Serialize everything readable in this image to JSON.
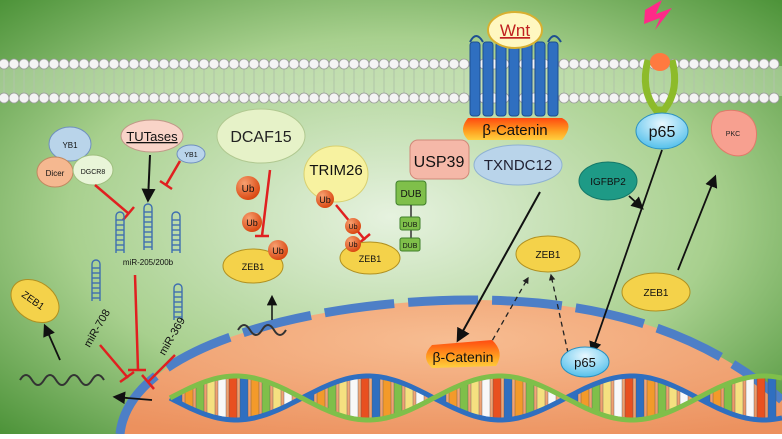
{
  "labels": {
    "wnt": "Wnt",
    "beta_catenin_membrane": "β-Catenin",
    "txndc12": "TXNDC12",
    "p65_membrane": "p65",
    "pkc": "PKC",
    "igfbp2": "IGFBP2",
    "zeb1_cytoplasm": "ZEB1",
    "zeb1_right": "ZEB1",
    "zeb1_left": "ZEB1",
    "dcaf15": "DCAF15",
    "ub1": "Ub",
    "ub2": "Ub",
    "ub3": "Ub",
    "zeb1_dcaf": "ZEB1",
    "trim26": "TRIM26",
    "ub_trim": "Ub",
    "ub_small1": "Ub",
    "ub_small2": "Ub",
    "zeb1_usp": "ZEB1",
    "usp39": "USP39",
    "dub_big": "DUB",
    "dub_small1": "DUB",
    "dub_small2": "DUB",
    "yb1_a": "YB1",
    "dicer": "Dicer",
    "dgcr8": "DGCR8",
    "tutases": "TUTases",
    "yb1_b": "YB1",
    "mir205": "miR-205/200b",
    "mir708": "miR-708",
    "mir369": "miR-369",
    "beta_catenin_nucleus": "β-Catenin",
    "p65_nucleus": "p65"
  },
  "colors": {
    "background_green": "#4f8f3a",
    "membrane_blue": "#3d77c4",
    "nucleus_fill": "#f0a070",
    "zeb1_fill": "#f4d24a",
    "ub_fill": "#e05010",
    "inhibit_red": "#e02020"
  }
}
